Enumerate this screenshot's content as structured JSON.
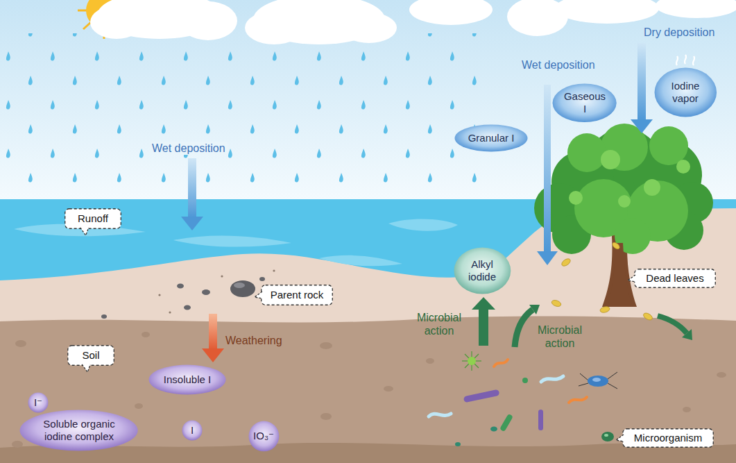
{
  "diagram": {
    "nodes": [
      {
        "text": [
          "Iodine vapor"
        ]
      },
      {
        "text": [
          "Gaseous I"
        ]
      },
      {
        "text": [
          "Granular I"
        ]
      },
      {
        "text": [
          "Runoff"
        ]
      },
      {
        "text": [
          "Alkyl iodide"
        ]
      },
      {
        "text": [
          "Dead leaves"
        ]
      },
      {
        "text": [
          "Parent rock"
        ]
      },
      {
        "text": [
          "Soil"
        ]
      },
      {
        "text": [
          "Insoluble I"
        ]
      },
      {
        "text": [
          "I⁻"
        ]
      },
      {
        "text": [
          "Soluble organic iodine complex"
        ]
      },
      {
        "text": [
          "I"
        ]
      },
      {
        "text": [
          "IO₃⁻"
        ]
      },
      {
        "text": [
          "Microorganism"
        ]
      }
    ],
    "labels": [
      "Dry deposition",
      "Wet deposition",
      "Wet deposition",
      "Weathering",
      "Microbial action",
      "Microbial action"
    ]
  }
}
